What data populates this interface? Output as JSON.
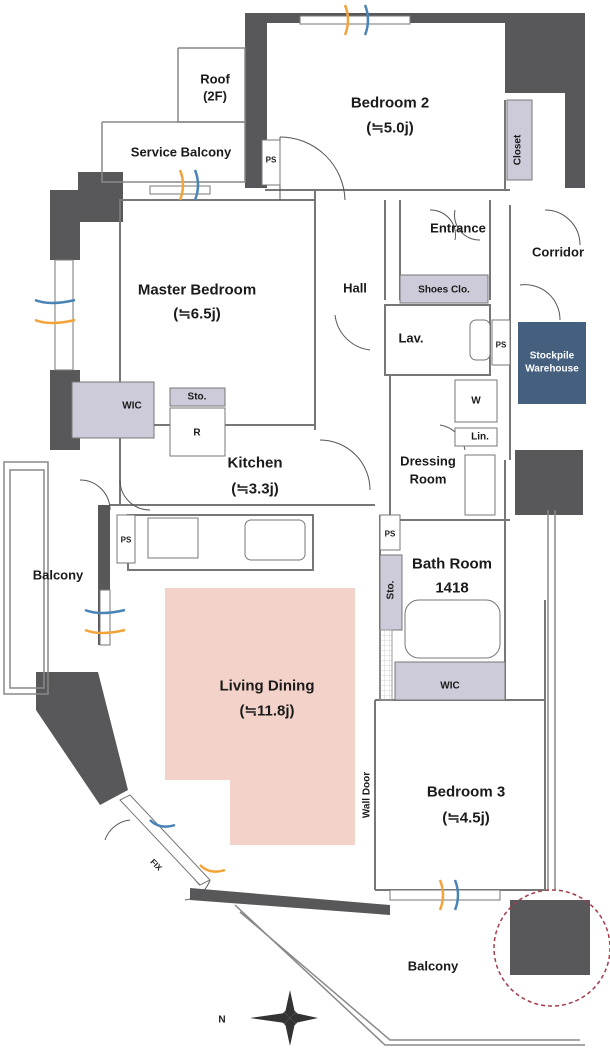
{
  "rooms": {
    "bedroom2": {
      "name": "Bedroom 2",
      "size": "(≒5.0j)"
    },
    "master": {
      "name": "Master Bedroom",
      "size": "(≒6.5j)"
    },
    "kitchen": {
      "name": "Kitchen",
      "size": "(≒3.3j)"
    },
    "living": {
      "name": "Living Dining",
      "size": "(≒11.8j)"
    },
    "bedroom3": {
      "name": "Bedroom 3",
      "size": "(≒4.5j)"
    },
    "bath": {
      "name": "Bath Room",
      "size": "1418"
    },
    "dressing": {
      "line1": "Dressing",
      "line2": "Room"
    },
    "entrance": "Entrance",
    "corridor": "Corridor",
    "hall": "Hall",
    "lav": "Lav.",
    "roof": {
      "line1": "Roof",
      "line2": "(2F)"
    },
    "service_balcony": "Service Balcony",
    "balcony_left": "Balcony",
    "balcony_bottom": "Balcony",
    "stockpile": {
      "line1": "Stockpile",
      "line2": "Warehouse"
    }
  },
  "fixtures": {
    "closet": "Closet",
    "wic1": "WIC",
    "wic2": "WIC",
    "sto1": "Sto.",
    "sto2": "Sto.",
    "shoes": "Shoes Clo.",
    "ps1": "PS",
    "ps2": "PS",
    "ps3": "PS",
    "ps4": "PS",
    "washer": "W",
    "linen": "Lin.",
    "fridge": "R",
    "wall_door": "Wall Door",
    "fix": "FIX",
    "compass": "N"
  },
  "colors": {
    "wall": "#58585a",
    "fixture": "#cdcbd9",
    "living_highlight": "#f2d2c9",
    "stockpile": "#45607f",
    "window_blue": "#4a84b7",
    "window_orange": "#f2a43a",
    "marker": "#a33c4a"
  }
}
